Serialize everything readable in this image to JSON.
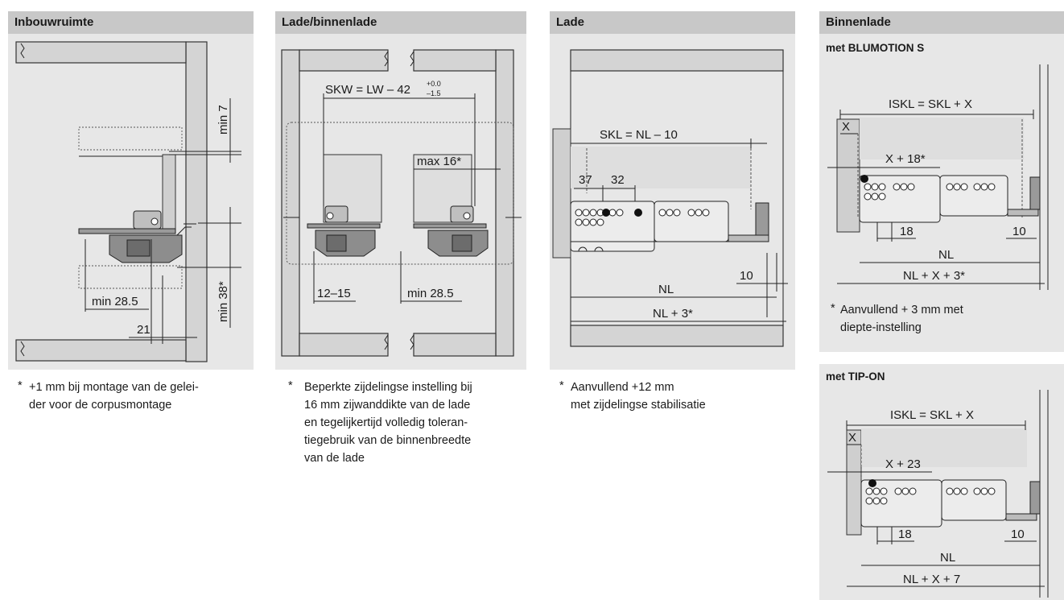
{
  "columns": {
    "col1": {
      "title": "Inbouwruimte",
      "dims": {
        "min7": "min 7",
        "min38": "min 38*",
        "min285": "min 28.5",
        "d21": "21"
      },
      "note_star": "*",
      "note_lines": [
        "+1 mm bij montage van de gelei-",
        "der voor de corpusmontage"
      ]
    },
    "col2": {
      "title": "Lade/binnenlade",
      "dims": {
        "skw_main": "SKW = LW – 42",
        "skw_sup": "+0.0",
        "skw_sub": "–1.5",
        "max16": "max 16*",
        "d1215": "12–15",
        "min285": "min 28.5"
      },
      "note_star": "*",
      "note_lines": [
        "Beperkte zijdelingse instelling bij",
        "16 mm zijwanddikte van de lade",
        "en tegelijkertijd volledig toleran-",
        "tiegebruik van de binnenbreedte",
        "van de lade"
      ]
    },
    "col3": {
      "title": "Lade",
      "dims": {
        "skl": "SKL = NL – 10",
        "d37": "37",
        "d32": "32",
        "d10": "10",
        "nl": "NL",
        "nl3": "NL + 3*"
      },
      "note_star": "*",
      "note_lines": [
        "Aanvullend +12 mm",
        "met zijdelingse stabilisatie"
      ]
    },
    "col4": {
      "title": "Binnenlade",
      "blumotion": {
        "subtitle": "met BLUMOTION S",
        "dims": {
          "iskl": "ISKL = SKL + X",
          "x": "X",
          "x18s": "X + 18*",
          "d18": "18",
          "d10": "10",
          "nl": "NL",
          "nlx3": "NL + X + 3*"
        },
        "note_star": "*",
        "note_lines": [
          "Aanvullend + 3 mm met",
          "diepte-instelling"
        ]
      },
      "tipon": {
        "subtitle": "met TIP-ON",
        "dims": {
          "iskl": "ISKL = SKL + X",
          "x": "X",
          "x23": "X + 23",
          "d18": "18",
          "d10": "10",
          "nl": "NL",
          "nlx7": "NL + X + 7"
        }
      }
    }
  }
}
